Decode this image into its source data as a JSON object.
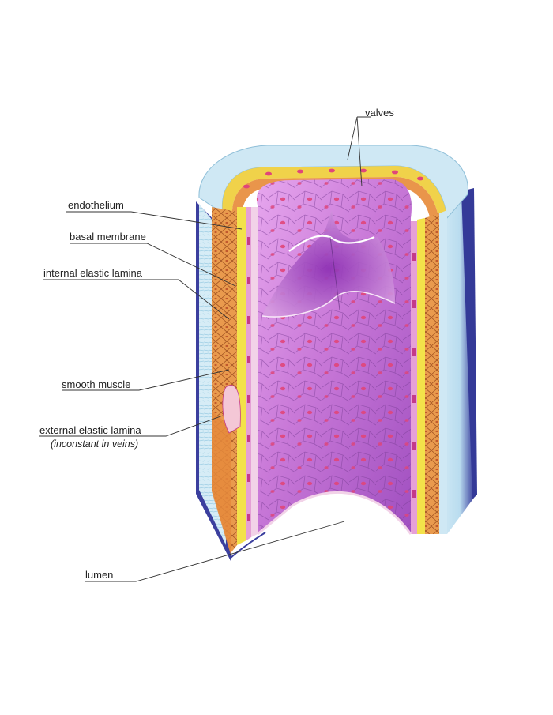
{
  "labels": {
    "valves": "valves",
    "endothelium": "endothelium",
    "basal_membrane": "basal membrane",
    "internal_elastic_lamina": "internal elastic lamina",
    "smooth_muscle": "smooth muscle",
    "external_elastic_lamina": "external elastic lamina",
    "external_elastic_lamina_note": "(inconstant in veins)",
    "lumen": "lumen"
  },
  "colors": {
    "adventitia_light": "#cde6f2",
    "adventitia_edge": "#3d3f9a",
    "muscle_orange": "#e58a3c",
    "elastic_yellow": "#f3e24a",
    "endothelium_pink": "#d98ad8",
    "lumen_violet": "#b655c9",
    "nucleus_red": "#e0467a",
    "leader_line": "#333333"
  }
}
